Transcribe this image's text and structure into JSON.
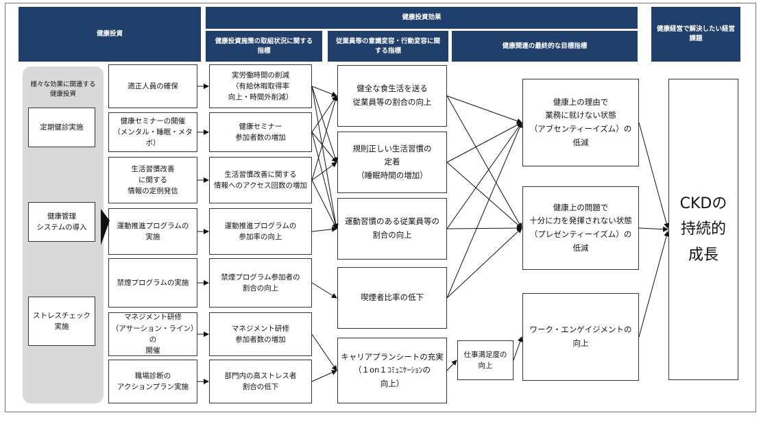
{
  "headers": {
    "investment": "健康投資",
    "effect": "健康投資効果",
    "measure_indicator": "健康投資施策の取組状況に関する\n指標",
    "behavior_indicator": "従業員等の意識変容・行動変容に関\nする指標",
    "final_indicator": "健康関連の最終的な目標指標",
    "issue": "健康経営で解決したい経営\n課題"
  },
  "investment": {
    "group_label": "様々な効果に関連する\n健康投資",
    "items": [
      "定期健診実施",
      "健康管理\nシステムの導入",
      "ストレスチェック\n実施"
    ]
  },
  "col1": [
    "適正人員の確保",
    "健康セミナーの開催\n（メンタル・睡眠・メタボ）",
    "生活習慣改善\nに関する\n情報の定例発信",
    "運動推進プログラムの\n実施",
    "禁煙プログラムの実施",
    "マネジメント研修\n（アサーション・ライン）の\n開催",
    "職場診断の\nアクションプラン実施"
  ],
  "col2": [
    "実労働時間の削減\n（有給休暇取得率\n向上・時間外削減）",
    "健康セミナー\n参加者数の増加",
    "生活習慣改善に関する\n情報へのアクセス回数の増加",
    "運動推進プログラムの\n参加率の向上",
    "禁煙プログラム参加者の\n割合の向上",
    "マネジメント研修\n参加者数の増加",
    "部門内の高ストレス者\n割合の低下"
  ],
  "col3": [
    "健全な食生活を送る\n従業員等の割合の向上",
    "規則正しい生活習慣の\n定着\n（睡眠時間の増加）",
    "運動習慣のある従業員等の\n割合の向上",
    "喫煙者比率の低下",
    "キャリアプランシートの充実\n（１on１ｺﾐｭﾆｹｰｼｮﾝの\n向上）"
  ],
  "mid_box": "仕事満足度の\n向上",
  "col4": [
    "健康上の理由で\n業務に就けない状態\n（アブセンティーイズム）の\n低減",
    "健康上の問題で\n十分に力を発揮されない状態\n（プレゼンティーイズム）の\n低減",
    "ワーク・エンゲイジメントの\n向上"
  ],
  "result": "CKDの\n持続的\n成長",
  "colors": {
    "header_bg": "#203f6a",
    "group_bg": "#d9d9d9"
  }
}
